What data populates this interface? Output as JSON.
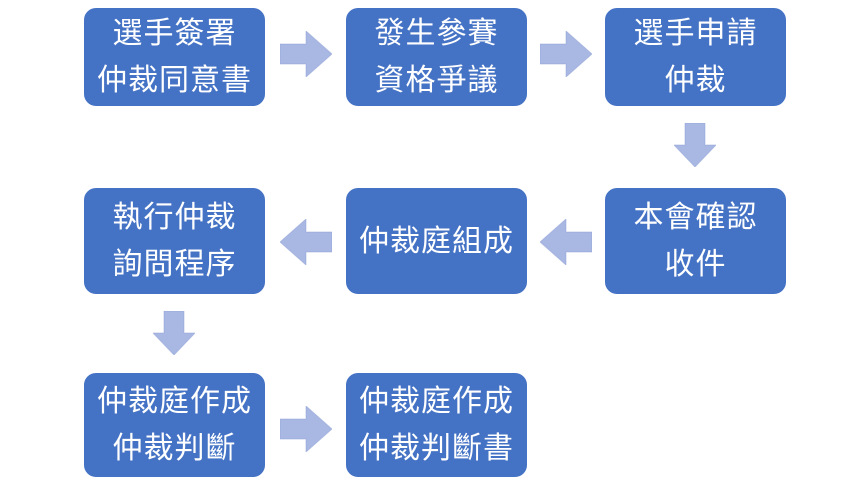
{
  "diagram_title": "arbitration-process-flowchart",
  "colors": {
    "box_fill": "#4472C4",
    "box_border": "#ffffff",
    "box_text": "#ffffff",
    "arrow_fill": "#A9B8E3",
    "arrow_edge": "#8FA2D6",
    "background": "#ffffff"
  },
  "flowchart": {
    "boxes": [
      {
        "id": "sign-agreement",
        "lines": [
          "選手簽署",
          "仲裁同意書"
        ]
      },
      {
        "id": "dispute-occurs",
        "lines": [
          "發生參賽",
          "資格爭議"
        ]
      },
      {
        "id": "apply-arbitration",
        "lines": [
          "選手申請",
          "仲裁"
        ]
      },
      {
        "id": "confirm-receipt",
        "lines": [
          "本會確認",
          "收件"
        ]
      },
      {
        "id": "tribunal-formation",
        "lines": [
          "仲裁庭組成"
        ]
      },
      {
        "id": "inquiry-procedure",
        "lines": [
          "執行仲裁",
          "詢問程序"
        ]
      },
      {
        "id": "make-award",
        "lines": [
          "仲裁庭作成",
          "仲裁判斷"
        ]
      },
      {
        "id": "award-document",
        "lines": [
          "仲裁庭作成",
          "仲裁判斷書"
        ]
      }
    ],
    "arrows": [
      {
        "from": "sign-agreement",
        "to": "dispute-occurs",
        "direction": "right"
      },
      {
        "from": "dispute-occurs",
        "to": "apply-arbitration",
        "direction": "right"
      },
      {
        "from": "apply-arbitration",
        "to": "confirm-receipt",
        "direction": "down"
      },
      {
        "from": "confirm-receipt",
        "to": "tribunal-formation",
        "direction": "left"
      },
      {
        "from": "tribunal-formation",
        "to": "inquiry-procedure",
        "direction": "left"
      },
      {
        "from": "inquiry-procedure",
        "to": "make-award",
        "direction": "down"
      },
      {
        "from": "make-award",
        "to": "award-document",
        "direction": "right"
      }
    ]
  }
}
